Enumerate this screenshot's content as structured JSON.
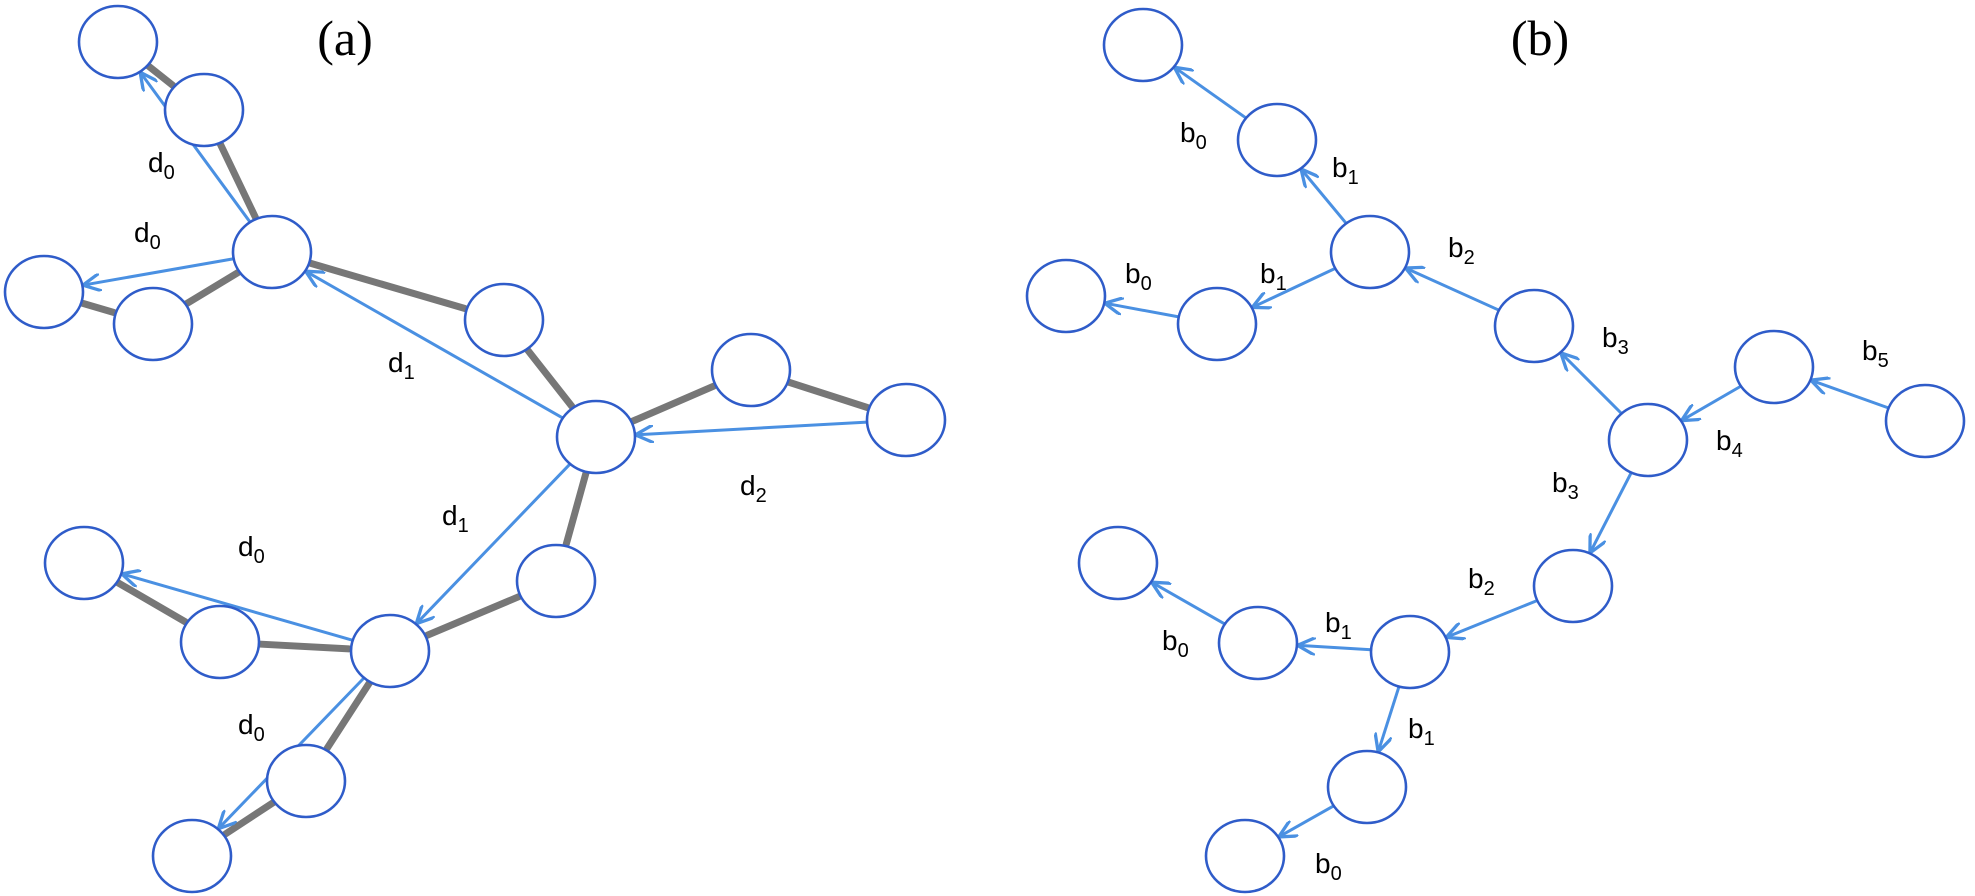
{
  "colors": {
    "node_stroke": "#2f5cc9",
    "bond": "#777777",
    "arrow": "#4a90e2",
    "background": "#ffffff"
  },
  "panels": [
    {
      "id": "a",
      "label": "(a)",
      "labels": [
        {
          "base": "d",
          "sub": "0"
        },
        {
          "base": "d",
          "sub": "0"
        },
        {
          "base": "d",
          "sub": "1"
        },
        {
          "base": "d",
          "sub": "2"
        },
        {
          "base": "d",
          "sub": "1"
        },
        {
          "base": "d",
          "sub": "0"
        },
        {
          "base": "d",
          "sub": "0"
        }
      ]
    },
    {
      "id": "b",
      "label": "(b)",
      "labels": [
        {
          "base": "b",
          "sub": "0"
        },
        {
          "base": "b",
          "sub": "1"
        },
        {
          "base": "b",
          "sub": "0"
        },
        {
          "base": "b",
          "sub": "1"
        },
        {
          "base": "b",
          "sub": "2"
        },
        {
          "base": "b",
          "sub": "3"
        },
        {
          "base": "b",
          "sub": "5"
        },
        {
          "base": "b",
          "sub": "4"
        },
        {
          "base": "b",
          "sub": "3"
        },
        {
          "base": "b",
          "sub": "2"
        },
        {
          "base": "b",
          "sub": "1"
        },
        {
          "base": "b",
          "sub": "0"
        },
        {
          "base": "b",
          "sub": "1"
        },
        {
          "base": "b",
          "sub": "0"
        }
      ]
    }
  ]
}
